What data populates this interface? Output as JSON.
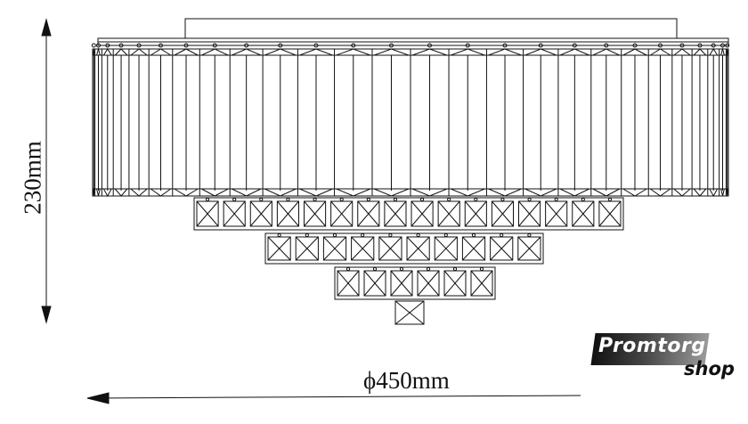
{
  "dimensions": {
    "height": "230mm",
    "diameter": "ϕ450mm"
  },
  "logo": {
    "line1": "Promtorg",
    "line2": "shop"
  },
  "icons": {
    "height_arrow": "vertical-double-arrow-icon",
    "width_arrow": "horizontal-arrow-icon"
  },
  "colors": {
    "line": "#111111"
  }
}
